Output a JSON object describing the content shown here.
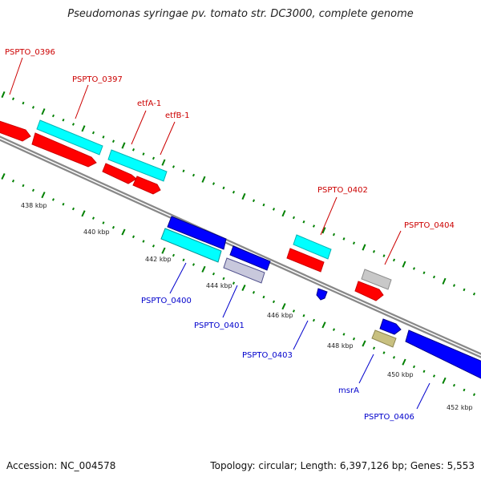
{
  "title": "Pseudomonas syringae pv. tomato str. DC3000, complete genome",
  "footer": {
    "accession": "Accession: NC_004578",
    "summary": "Topology: circular; Length: 6,397,126 bp; Genes: 5,553"
  },
  "colors": {
    "red": "#ff0000",
    "cyan": "#00ffff",
    "blue": "#0000ff",
    "gray": "#c8c8c8",
    "olive": "#c8c080",
    "tick": "#008000",
    "label_top": "#cc0000",
    "label_bottom": "#0000cc",
    "backbone": "#888888"
  },
  "ticks": [
    "438 kbp",
    "440 kbp",
    "442 kbp",
    "444 kbp",
    "446 kbp",
    "448 kbp",
    "450 kbp",
    "452 kbp"
  ],
  "genes": [
    {
      "name": "PSPTO_0396",
      "side": "top"
    },
    {
      "name": "PSPTO_0397",
      "side": "top"
    },
    {
      "name": "etfA-1",
      "side": "top"
    },
    {
      "name": "etfB-1",
      "side": "top"
    },
    {
      "name": "PSPTO_0402",
      "side": "top"
    },
    {
      "name": "PSPTO_0404",
      "side": "top"
    },
    {
      "name": "PSPTO_0400",
      "side": "bottom"
    },
    {
      "name": "PSPTO_0401",
      "side": "bottom"
    },
    {
      "name": "PSPTO_0403",
      "side": "bottom"
    },
    {
      "name": "msrA",
      "side": "bottom"
    },
    {
      "name": "PSPTO_0406",
      "side": "bottom"
    }
  ]
}
